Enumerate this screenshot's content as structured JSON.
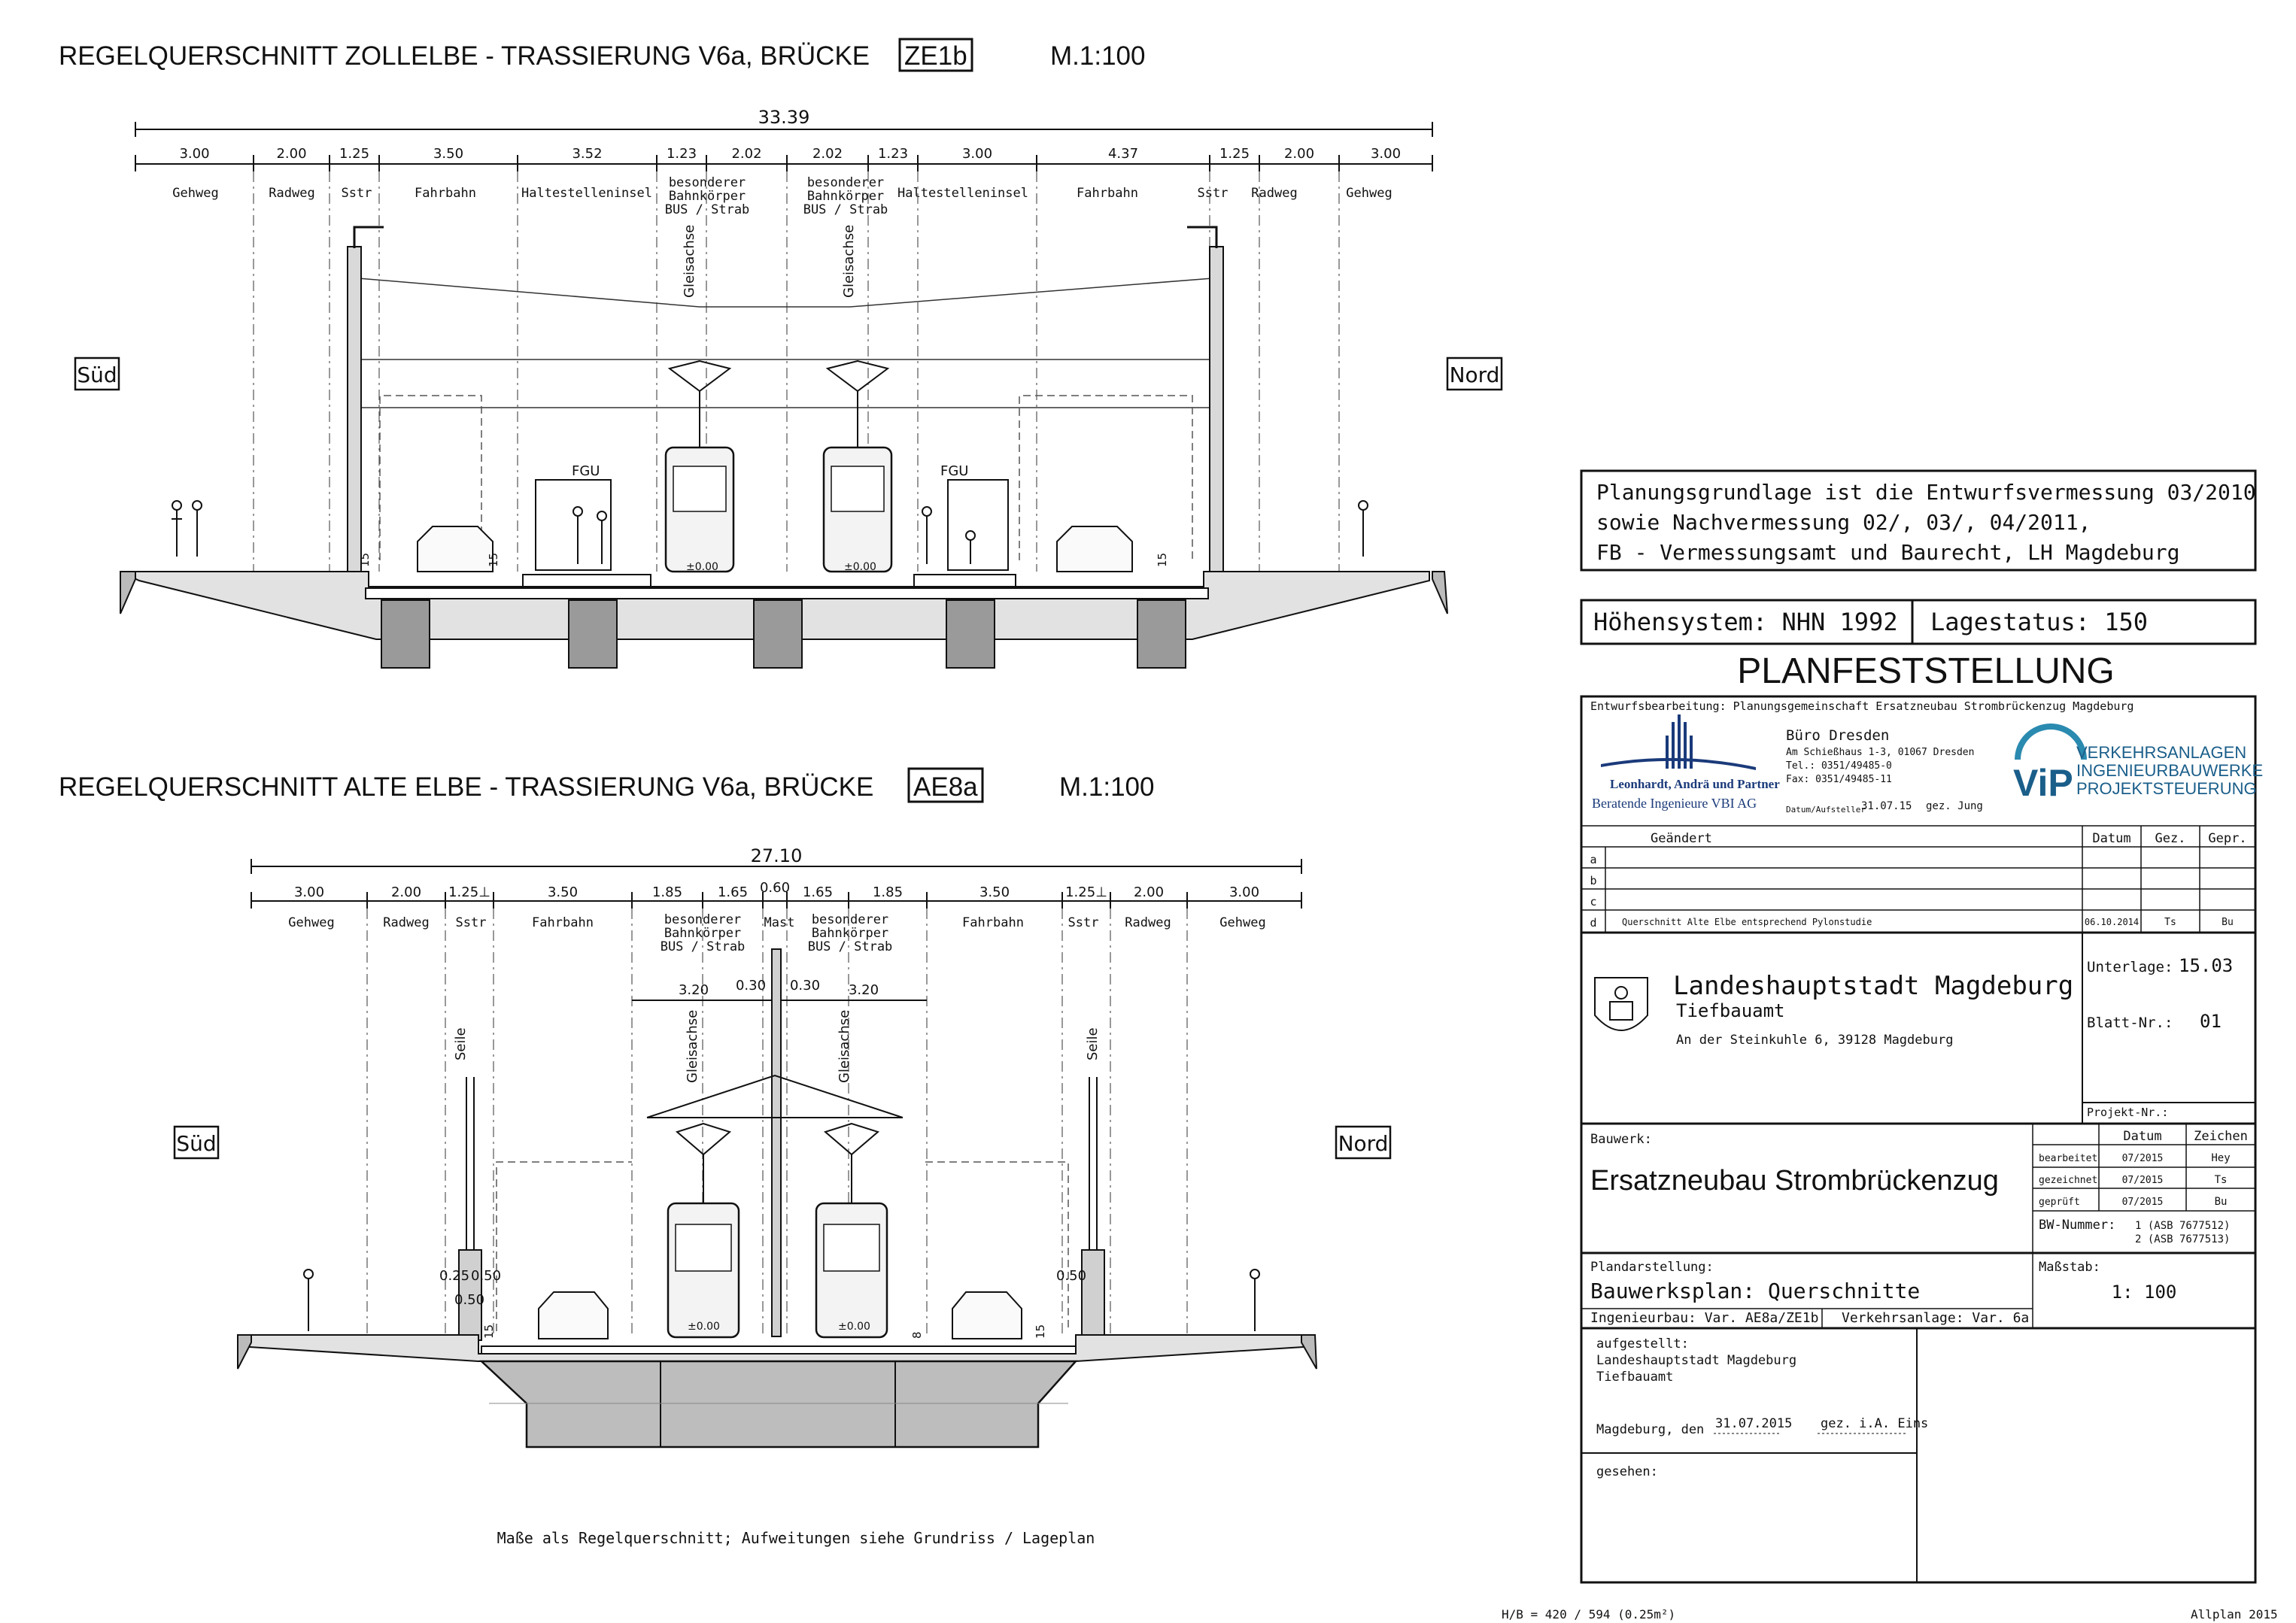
{
  "sec1": {
    "title": "REGELQUERSCHNITT ZOLLELBE - TRASSIERUNG V6a, BRÜCKE",
    "box": "ZE1b",
    "scale": "M.1:100",
    "total": "33.39",
    "dims": [
      "3.00",
      "2.00",
      "1.25",
      "3.50",
      "3.52",
      "1.23",
      "2.02",
      "2.02",
      "1.23",
      "3.00",
      "4.37",
      "1.25",
      "2.00",
      "3.00"
    ],
    "labels": [
      "Gehweg",
      "Radweg",
      "Sstr",
      "Fahrbahn",
      "Haltestelleninsel",
      "besonderer",
      "Bahnkörper",
      "BUS / Strab",
      "besonderer",
      "Bahnkörper",
      "BUS / Strab",
      "Haltestelleninsel",
      "Fahrbahn",
      "Sstr",
      "Radweg",
      "Gehweg"
    ],
    "gleis": "Gleisachse",
    "fgu": "FGU",
    "zero": "±0.00",
    "curb": "15",
    "sued": "Süd",
    "nord": "Nord"
  },
  "sec2": {
    "title": "REGELQUERSCHNITT ALTE ELBE - TRASSIERUNG V6a, BRÜCKE",
    "box": "AE8a",
    "scale": "M.1:100",
    "total": "27.10",
    "dims": [
      "3.00",
      "2.00",
      "1.25⊥",
      "3.50",
      "1.85",
      "1.65",
      "0.60",
      "1.65",
      "1.85",
      "3.50",
      "1.25⊥",
      "2.00",
      "3.00"
    ],
    "labels": [
      "Gehweg",
      "Radweg",
      "Sstr",
      "Fahrbahn",
      "besonderer",
      "Bahnkörper",
      "BUS / Strab",
      "Mast",
      "besonderer",
      "Bahnkörper",
      "BUS / Strab",
      "Fahrbahn",
      "Sstr",
      "Radweg",
      "Gehweg"
    ],
    "sub": [
      "3.20",
      "0.30",
      "0.30",
      "3.20"
    ],
    "seile": "Seile",
    "small": [
      "0.25",
      "0.50",
      "0.50",
      "0.50"
    ],
    "gleis": "Gleisachse",
    "zero": "±0.00",
    "curb": "15",
    "eight": "8",
    "sued": "Süd",
    "nord": "Nord",
    "note": "Maße als Regelquerschnitt; Aufweitungen siehe Grundriss / Lageplan"
  },
  "info": {
    "lines": [
      "Planungsgrundlage ist die Entwurfsvermessung 03/2010",
      "sowie Nachvermessung 02/, 03/, 04/2011,",
      "FB - Vermessungsamt und Baurecht, LH Magdeburg"
    ],
    "hoehe": "Höhensystem:  NHN 1992",
    "lage": "Lagestatus:  150"
  },
  "tb": {
    "planfest": "PLANFESTSTELLUNG",
    "entwurf": "Entwurfsbearbeitung:  Planungsgemeinschaft Ersatzneubau Strombrückenzug Magdeburg",
    "lap1": "Leonhardt, Andrä und Partner",
    "lap2": "Beratende Ingenieure VBI AG",
    "buero": "Büro Dresden",
    "addr": [
      "Am Schießhaus 1-3, 01067 Dresden",
      "Tel.: 0351/49485-0",
      "Fax: 0351/49485-11"
    ],
    "datum_label": "Datum/Aufsteller",
    "datum": "31.07.15",
    "gez": "gez. Jung",
    "vip_word": "ViP",
    "vip": [
      "VERKEHRSANLAGEN",
      "INGENIEURBAUWERKE",
      "PROJEKTSTEUERUNG"
    ],
    "rev_head": [
      "Geändert",
      "Datum",
      "Gez.",
      "Gepr."
    ],
    "rev_rows": [
      {
        "k": "a",
        "t": "",
        "d": "",
        "z": "",
        "p": ""
      },
      {
        "k": "b",
        "t": "",
        "d": "",
        "z": "",
        "p": ""
      },
      {
        "k": "c",
        "t": "",
        "d": "",
        "z": "",
        "p": ""
      },
      {
        "k": "d",
        "t": "Querschnitt Alte Elbe entsprechend Pylonstudie",
        "d": "06.10.2014",
        "z": "Ts",
        "p": "Bu"
      }
    ],
    "city": "Landeshauptstadt  Magdeburg",
    "amt": "Tiefbauamt",
    "street": "An der Steinkuhle 6,  39128 Magdeburg",
    "unterlage_l": "Unterlage:",
    "unterlage": "15.03",
    "blatt_l": "Blatt-Nr.:",
    "blatt": "01",
    "projekt": "Projekt-Nr.:",
    "bauwerk_l": "Bauwerk:",
    "bauwerk": "Ersatzneubau Strombrückenzug",
    "sign_head": [
      "Datum",
      "Zeichen"
    ],
    "sign_rows": [
      [
        "bearbeitet",
        "07/2015",
        "Hey"
      ],
      [
        "gezeichnet",
        "07/2015",
        "Ts"
      ],
      [
        "geprüft",
        "07/2015",
        "Bu"
      ]
    ],
    "bw_l": "BW-Nummer:",
    "bw": [
      "1   (ASB 7677512)",
      "2   (ASB 7677513)"
    ],
    "plan_l": "Plandarstellung:",
    "plan": "Bauwerksplan:  Querschnitte",
    "ing": "Ingenieurbau:  Var. AE8a/ZE1b",
    "verk": "Verkehrsanlage:  Var. 6a",
    "massstab_l": "Maßstab:",
    "massstab": "1: 100",
    "aufg": [
      "aufgestellt:",
      "Landeshauptstadt Magdeburg",
      "Tiefbauamt"
    ],
    "ort": "Magdeburg,  den",
    "ort_date": "31.07.2015",
    "ort_gez": "gez. i.A. Eins",
    "gesehen": "gesehen:",
    "hb": "H/B = 420 / 594 (0.25m²)",
    "allplan": "Allplan 2015"
  }
}
